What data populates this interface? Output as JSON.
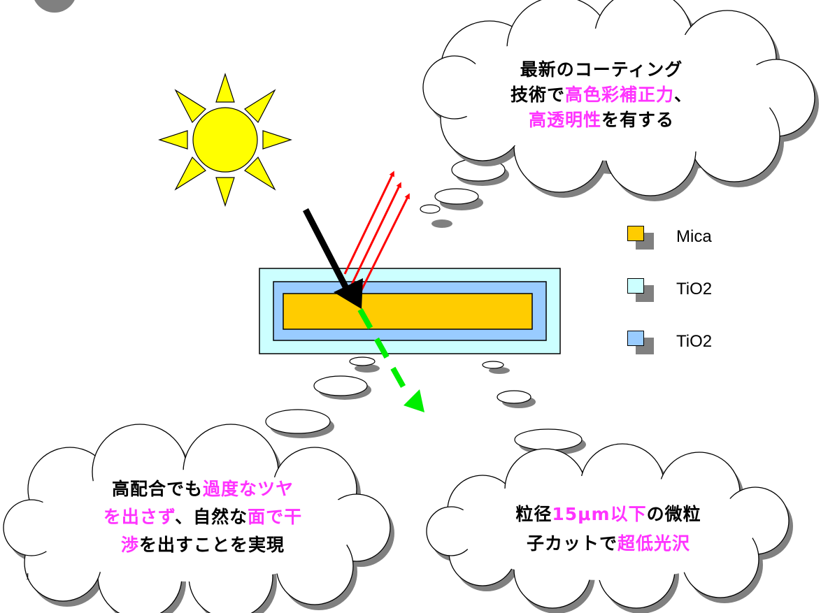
{
  "page": {
    "number": "1"
  },
  "colors": {
    "sun_fill": "#ffff00",
    "mica": "#ffcc00",
    "tio2_light": "#ccffff",
    "tio2_blue": "#99ccff",
    "incident_arrow": "#000000",
    "reflected_arrows": "#ff0000",
    "transmitted_arrow": "#00ee00",
    "highlight_text": "#ff33ff",
    "shadow": "#808080"
  },
  "icons": {
    "sun": "sun-icon",
    "incident_light": "black-arrow",
    "reflections": "red-arrows",
    "transmission": "green-dashed-arrow"
  },
  "legend": {
    "items": [
      {
        "label": "Mica",
        "color": "#ffcc00"
      },
      {
        "label": "TiO2",
        "color": "#ccffff"
      },
      {
        "label": "TiO2",
        "color": "#99ccff"
      }
    ]
  },
  "bubbles": {
    "top_right": {
      "line1": "最新のコーティング",
      "line2_a": "技術で",
      "line2_b": "高色彩補正力",
      "line2_c": "、",
      "line3_a": "高透明性",
      "line3_b": "を有する"
    },
    "bottom_left": {
      "line1_a": "高配合でも",
      "line1_b": "過度なツヤ",
      "line2_a": "を出さず",
      "line2_b": "、自然な",
      "line2_c": "面で干",
      "line3_a": "渉",
      "line3_b": "を出すことを実現"
    },
    "bottom_right": {
      "line1_a": "粒径",
      "line1_b": "15μm以下",
      "line1_c": "の微粒",
      "line2_a": "子カットで",
      "line2_b": "超低光沢"
    }
  }
}
